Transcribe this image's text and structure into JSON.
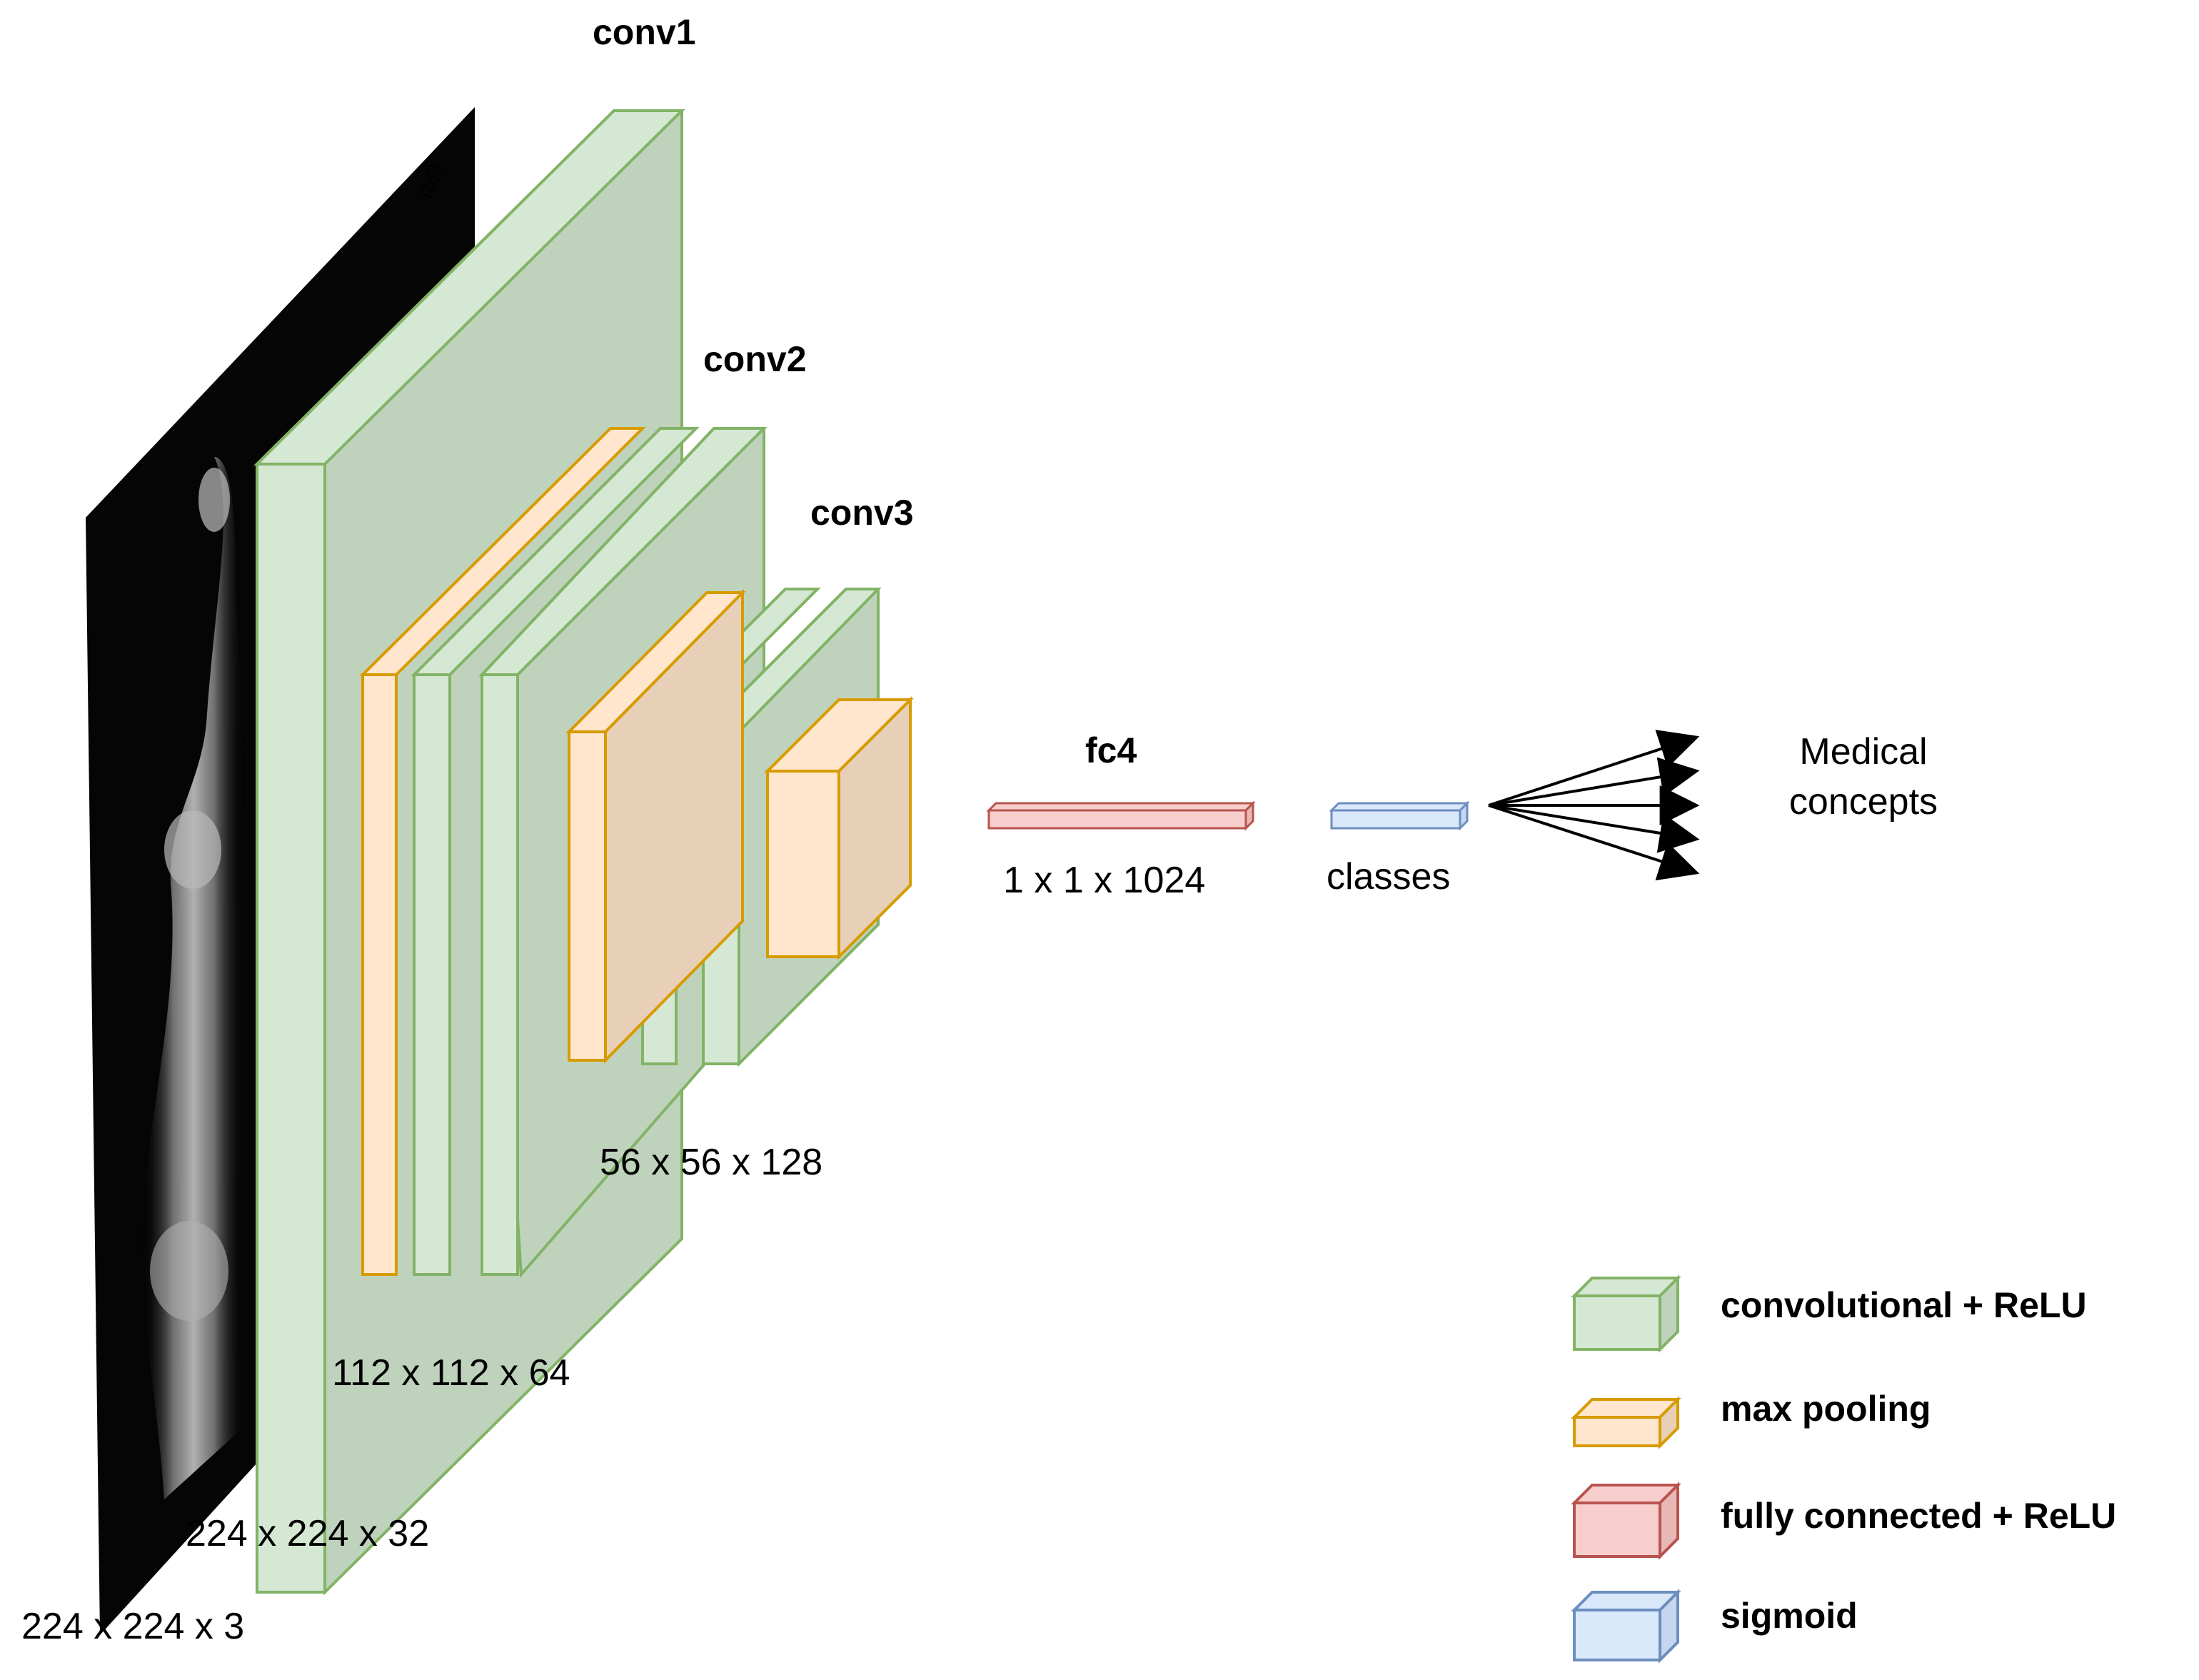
{
  "layers": {
    "conv1": "conv1",
    "conv2": "conv2",
    "conv3": "conv3",
    "fc4": "fc4"
  },
  "dims": {
    "input": "224 x 224 x 3",
    "conv1": "224 x 224 x 32",
    "conv2": "112 x 112 x 64",
    "conv3": "56 x 56 x 128",
    "fc4": "1 x 1 x 1024"
  },
  "output": {
    "classes": "classes",
    "concepts_line1": "Medical",
    "concepts_line2": "concepts"
  },
  "legend": [
    {
      "label": "convolutional + ReLU",
      "color": "#d5e8d4",
      "stroke": "#82b366"
    },
    {
      "label": "max pooling",
      "color": "#ffe6cc",
      "stroke": "#d79b00"
    },
    {
      "label": "fully connected + ReLU",
      "color": "#f8cecc",
      "stroke": "#b85450"
    },
    {
      "label": "sigmoid",
      "color": "#dae8fc",
      "stroke": "#6c8ebf"
    }
  ],
  "colors": {
    "conv_fill": "#d5e8d4",
    "conv_side": "#bfd3bc",
    "conv_stroke": "#82b366",
    "pool_fill": "#ffe6cc",
    "pool_side": "#e8d0b8",
    "pool_stroke": "#d79b00",
    "fc_fill": "#f8cecc",
    "fc_stroke": "#b85450",
    "sig_fill": "#dae8fc",
    "sig_stroke": "#6c8ebf"
  },
  "input_image": "x-ray-image"
}
